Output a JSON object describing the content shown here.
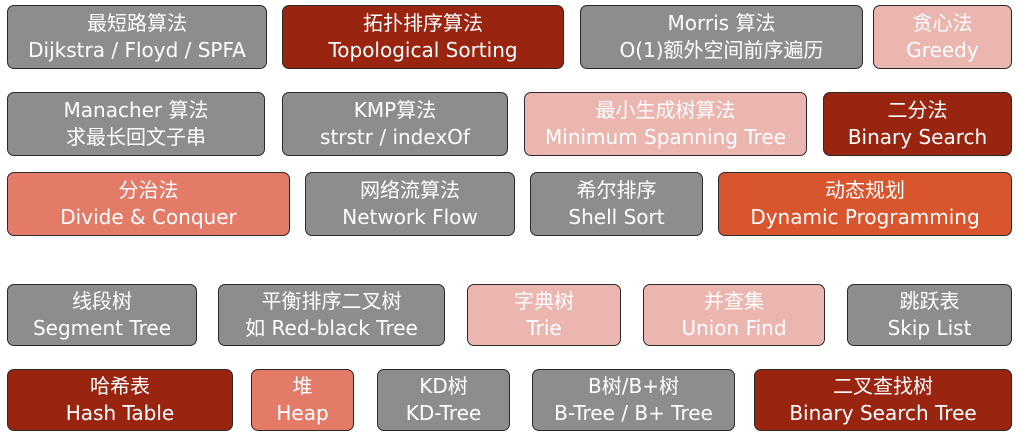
{
  "colors": {
    "gray": "#8d8d90",
    "dark_red": "#992511",
    "light_pink": "#ebb6b0",
    "salmon": "#e37b68",
    "orange_red": "#d9552d"
  },
  "rows": [
    [
      {
        "zh": "最短路算法",
        "en": "Dijkstra / Floyd / SPFA",
        "color": "gray"
      },
      {
        "zh": "拓扑排序算法",
        "en": "Topological Sorting",
        "color": "dark_red"
      },
      {
        "zh": "Morris 算法",
        "en": "O(1)额外空间前序遍历",
        "color": "gray"
      },
      {
        "zh": "贪心法",
        "en": "Greedy",
        "color": "light_pink"
      }
    ],
    [
      {
        "zh": "Manacher 算法",
        "en": "求最长回文子串",
        "color": "gray"
      },
      {
        "zh": "KMP算法",
        "en": "strstr / indexOf",
        "color": "gray"
      },
      {
        "zh": "最小生成树算法",
        "en": "Minimum Spanning Tree",
        "color": "light_pink"
      },
      {
        "zh": "二分法",
        "en": "Binary Search",
        "color": "dark_red"
      }
    ],
    [
      {
        "zh": "分治法",
        "en": "Divide & Conquer",
        "color": "salmon"
      },
      {
        "zh": "网络流算法",
        "en": "Network Flow",
        "color": "gray"
      },
      {
        "zh": "希尔排序",
        "en": "Shell Sort",
        "color": "gray"
      },
      {
        "zh": "动态规划",
        "en": "Dynamic Programming",
        "color": "orange_red"
      }
    ],
    [
      {
        "zh": "线段树",
        "en": "Segment Tree",
        "color": "gray"
      },
      {
        "zh": "平衡排序二叉树",
        "en": "如 Red-black Tree",
        "color": "gray"
      },
      {
        "zh": "字典树",
        "en": "Trie",
        "color": "light_pink"
      },
      {
        "zh": "并查集",
        "en": "Union Find",
        "color": "light_pink"
      },
      {
        "zh": "跳跃表",
        "en": "Skip List",
        "color": "gray"
      }
    ],
    [
      {
        "zh": "哈希表",
        "en": "Hash Table",
        "color": "dark_red"
      },
      {
        "zh": "堆",
        "en": "Heap",
        "color": "salmon"
      },
      {
        "zh": "KD树",
        "en": "KD-Tree",
        "color": "gray"
      },
      {
        "zh": "B树/B+树",
        "en": "B-Tree / B+ Tree",
        "color": "gray"
      },
      {
        "zh": "二叉查找树",
        "en": "Binary Search Tree",
        "color": "dark_red"
      }
    ]
  ]
}
